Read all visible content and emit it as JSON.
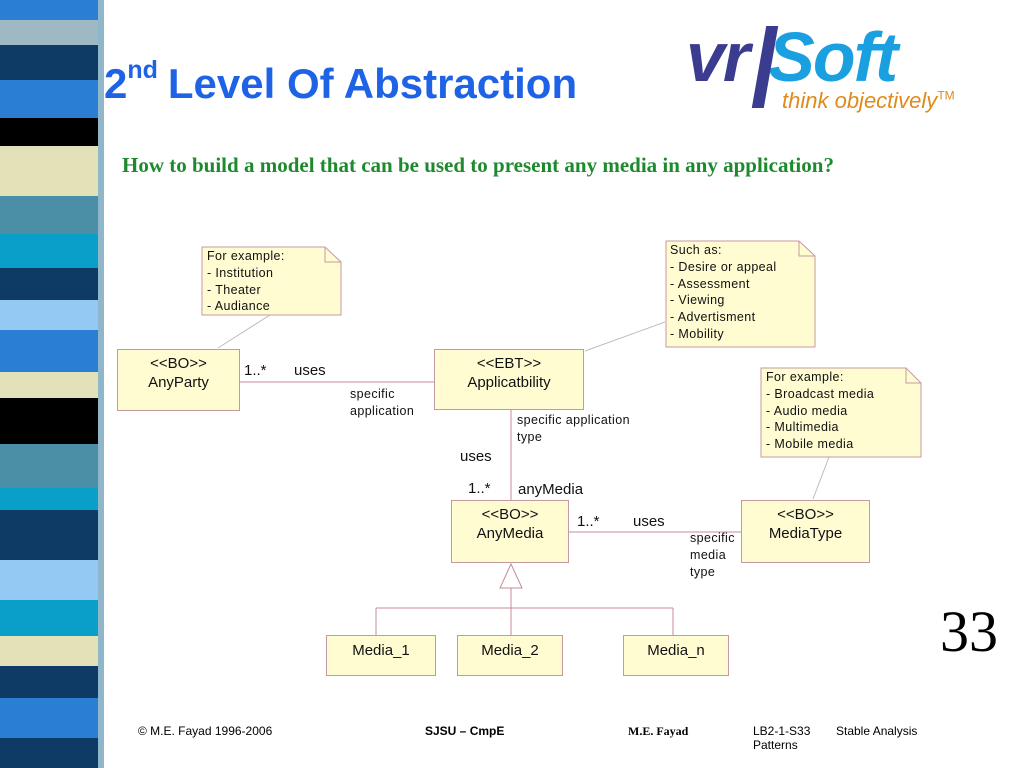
{
  "slide": {
    "title_main": "2",
    "title_sup": "nd",
    "title_rest": "Level Of Abstraction",
    "subtitle": "How to build a model that can be used to present any media in any application?",
    "page_number": "33"
  },
  "logo": {
    "vr": "vr",
    "soft": "Soft",
    "tagline": "think objectively",
    "tm": "TM"
  },
  "diagram": {
    "classes": {
      "anyparty": {
        "stereotype": "<<BO>>",
        "name": "AnyParty"
      },
      "applicability": {
        "stereotype": "<<EBT>>",
        "name": "Applicatbility"
      },
      "anymedia": {
        "stereotype": "<<BO>>",
        "name": "AnyMedia"
      },
      "mediatype": {
        "stereotype": "<<BO>>",
        "name": "MediaType"
      },
      "media_1": {
        "name": "Media_1"
      },
      "media_2": {
        "name": "Media_2"
      },
      "media_n": {
        "name": "Media_n"
      }
    },
    "notes": {
      "party_examples": [
        "For example:",
        "- Institution",
        "- Theater",
        "- Audiance"
      ],
      "applicability_examples": [
        "Such as:",
        "- Desire or appeal",
        "- Assessment",
        "- Viewing",
        "- Advertisment",
        "- Mobility"
      ],
      "mediatype_examples": [
        "For example:",
        "- Broadcast media",
        "- Audio media",
        "- Multimedia",
        "- Mobile media"
      ]
    },
    "labels": {
      "party_mult": "1..*",
      "party_uses": "uses",
      "specific_application": [
        "specific",
        "application"
      ],
      "specific_application_type": [
        "specific application",
        "type"
      ],
      "vertical_uses": "uses",
      "vertical_mult": "1..*",
      "vertical_role": "anyMedia",
      "media_mult": "1..*",
      "media_uses": "uses",
      "specific_media_type": [
        "specific",
        "media",
        "type"
      ]
    }
  },
  "footer": {
    "copyright": "© M.E. Fayad 1996-2006",
    "course": "SJSU – CmpE",
    "author": "M.E. Fayad",
    "code": "LB2-1-S33",
    "topic_line1": "Stable Analysis",
    "topic_line2": "Patterns"
  },
  "colors": {
    "title": "#1e63e6",
    "subtitle": "#1e8a2e",
    "box_fill": "#fffcd2",
    "box_border": "#c49aa0",
    "connector": "#c48d96"
  }
}
